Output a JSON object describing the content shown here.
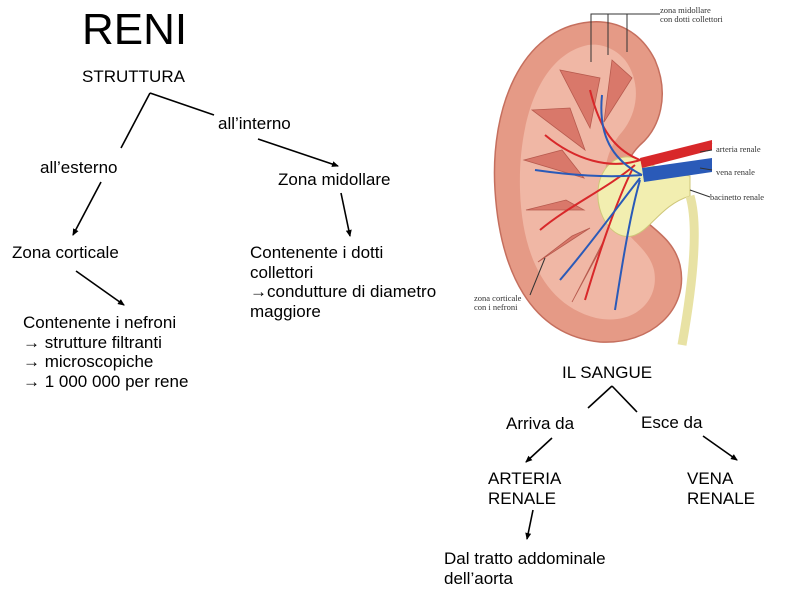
{
  "title": "RENI",
  "tree": {
    "root": "STRUTTURA",
    "interno": "all’interno",
    "esterno": "all’esterno",
    "midollare": "Zona midollare",
    "corticale": "Zona corticale",
    "dotti": [
      "Contenente i dotti",
      "collettori",
      "→condutture di diametro",
      "maggiore"
    ],
    "nefroni": [
      "Contenente i nefroni",
      "→ strutture filtranti",
      "→ microscopiche",
      "→ 1 000 000 per rene"
    ]
  },
  "sangue": {
    "root": "IL SANGUE",
    "arriva": "Arriva da",
    "esce": "Esce da",
    "arteria": [
      "ARTERIA",
      "RENALE"
    ],
    "vena": [
      "VENA",
      "RENALE"
    ],
    "aorta": [
      "Dal tratto addominale",
      "dell’aorta"
    ]
  },
  "kidney_labels": {
    "midollare": [
      "zona midollare",
      "con dotti collettori"
    ],
    "arteria": "arteria renale",
    "vena": "vena renale",
    "bacinetto": "bacinetto renale",
    "corticale": [
      "zona corticale",
      "con i nefroni"
    ]
  },
  "colors": {
    "cortex": "#e59a86",
    "medulla": "#d9786a",
    "artery": "#d8282a",
    "vein": "#2a5ab8",
    "pelvis": "#f2eeb0"
  }
}
